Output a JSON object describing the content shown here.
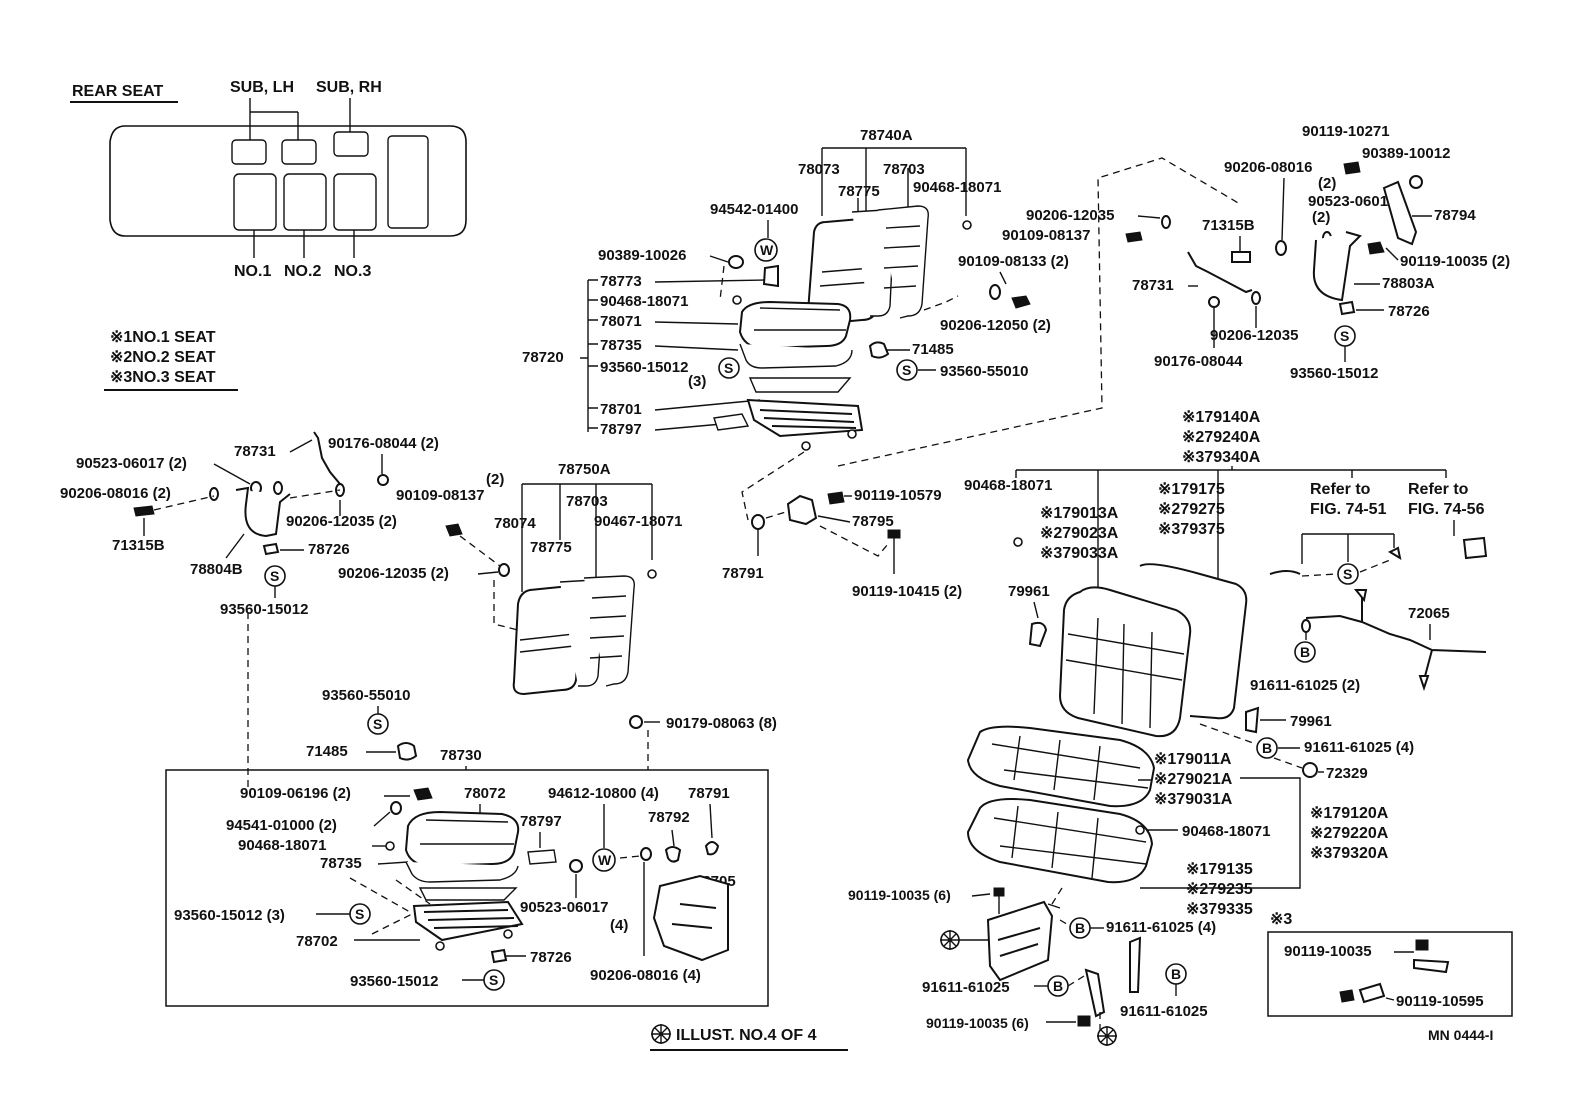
{
  "inset": {
    "title": "REAR SEAT",
    "sub_lh": "SUB, LH",
    "sub_rh": "SUB, RH",
    "no1": "NO.1",
    "no2": "NO.2",
    "no3": "NO.3"
  },
  "legend": {
    "l1": "※1NO.1 SEAT",
    "l2": "※2NO.2 SEAT",
    "l3": "※3NO.3 SEAT"
  },
  "marks": {
    "W": "W",
    "S": "S",
    "B": "B"
  },
  "labels": {
    "p78740A": "78740A",
    "p78073": "78073",
    "p78703a": "78703",
    "p78775a": "78775",
    "p90468_18071a": "90468-18071",
    "p94542": "94542-01400",
    "p90389_10026": "90389-10026",
    "p78773": "78773",
    "p90468_18071b": "90468-18071",
    "p78071": "78071",
    "p78720": "78720",
    "p78735a": "78735",
    "p93560_15012a": "93560-15012",
    "p3a": "(3)",
    "p78701": "78701",
    "p78797a": "78797",
    "p90109_08133": "90109-08133 (2)",
    "p90206_12050": "90206-12050 (2)",
    "p71485a": "71485",
    "p93560_55010a": "93560-55010",
    "p90206_12035a": "90206-12035",
    "p90109_08137a": "90109-08137",
    "p71315Ba": "71315B",
    "p90206_08016a": "90206-08016",
    "p2a": "(2)",
    "p90119_10271": "90119-10271",
    "p90389_10012": "90389-10012",
    "p90523_06017a": "90523-06017",
    "p2b": "(2)",
    "p78794": "78794",
    "p90119_10035a": "90119-10035 (2)",
    "p78731a": "78731",
    "p78803A": "78803A",
    "p78726a": "78726",
    "p90206_12035b": "90206-12035",
    "p90176_08044a": "90176-08044",
    "p93560_15012b": "93560-15012",
    "p78731b": "78731",
    "p90176_08044b": "90176-08044 (2)",
    "p90523_06017b": "90523-06017 (2)",
    "p90206_08016b": "90206-08016 (2)",
    "p90109_08137b": "90109-08137",
    "p2c": "(2)",
    "p90206_12035c": "90206-12035 (2)",
    "p71315Bb": "71315B",
    "p78726b": "78726",
    "p78804B": "78804B",
    "p93560_15012c": "93560-15012",
    "p90206_12035d": "90206-12035 (2)",
    "p78750A": "78750A",
    "p78074": "78074",
    "p78703b": "78703",
    "p90467_18071": "90467-18071",
    "p78775b": "78775",
    "p90119_10579": "90119-10579",
    "p78795": "78795",
    "p78791a": "78791",
    "p90119_10415": "90119-10415 (2)",
    "p93560_55010b": "93560-55010",
    "p71485b": "71485",
    "p78730": "78730",
    "p90179_08063": "90179-08063 (8)",
    "p90109_06196": "90109-06196 (2)",
    "p78072": "78072",
    "p94541": "94541-01000 (2)",
    "p90468_18071c": "90468-18071",
    "p78735b": "78735",
    "p94612": "94612-10800 (4)",
    "p78791b": "78791",
    "p78797b": "78797",
    "p78792": "78792",
    "p78705": "78705",
    "p90523_06017c": "90523-06017",
    "p4a": "(4)",
    "p93560_15012d": "93560-15012 (3)",
    "p78702": "78702",
    "p78726c": "78726",
    "p90206_08016c": "90206-08016 (4)",
    "p93560_15012e": "93560-15012",
    "p179140A": "※179140A",
    "p279240A": "※279240A",
    "p379340A": "※379340A",
    "p90468_18071d": "90468-18071",
    "p179013A": "※179013A",
    "p279023A": "※279023A",
    "p379033A": "※379033A",
    "p179175": "※179175",
    "p279275": "※279275",
    "p379375": "※379375",
    "p_refer1a": "Refer to",
    "p_refer1b": "FIG. 74-51",
    "p_refer2a": "Refer to",
    "p_refer2b": "FIG. 74-56",
    "p79961a": "79961",
    "p72065": "72065",
    "p91611_61025a": "91611-61025 (2)",
    "p79961b": "79961",
    "p91611_61025b": "91611-61025 (4)",
    "p179011A": "※179011A",
    "p279021A": "※279021A",
    "p379031A": "※379031A",
    "p72329": "72329",
    "p179120A": "※179120A",
    "p279220A": "※279220A",
    "p379320A": "※379320A",
    "p90468_18071e": "90468-18071",
    "p179135": "※179135",
    "p279235": "※279235",
    "p379335": "※379335",
    "p90119_10035b": "90119-10035 (6)",
    "p91611_61025c": "91611-61025 (4)",
    "p91611_61025d": "91611-61025",
    "p91611_61025e": "91611-61025",
    "p90119_10035c": "90119-10035 (6)",
    "p_box3": "※3",
    "p90119_10035d": "90119-10035",
    "p90119_10595": "90119-10595",
    "illust": "ILLUST. NO.4 OF 4",
    "mn": "MN 0444-I"
  }
}
